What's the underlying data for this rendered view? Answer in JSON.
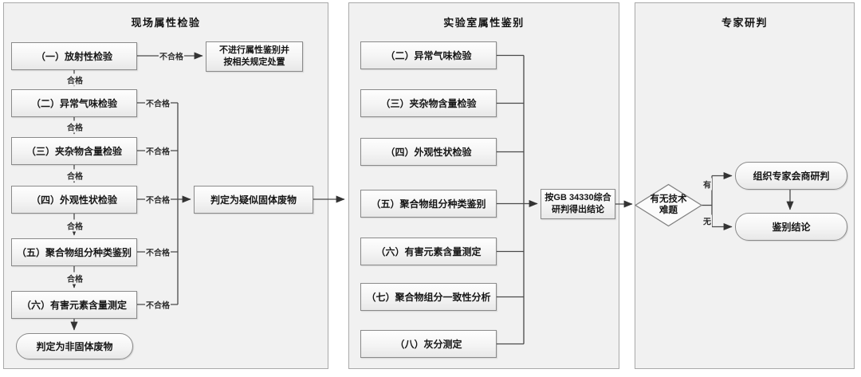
{
  "panel_onsite": {
    "title": "现场属性检验",
    "steps": [
      "（一）放射性检验",
      "（二）异常气味检验",
      "（三）夹杂物含量检验",
      "（四）外观性状检验",
      "（五）聚合物组分种类鉴别",
      "（六）有害元素含量测定"
    ],
    "pass_label": "合格",
    "fail_label": "不合格",
    "no_identification_box": {
      "line1": "不进行属性鉴别并",
      "line2": "按相关规定处置"
    },
    "suspected_solid_waste": "判定为疑似固体废物",
    "non_solid_waste": "判定为非固体废物"
  },
  "panel_lab": {
    "title": "实验室属性鉴别",
    "steps": [
      "（二）异常气味检验",
      "（三）夹杂物含量检验",
      "（四）外观性状检验",
      "（五）聚合物组分种类鉴别",
      "（六）有害元素含量测定",
      "（七）聚合物组分一致性分析",
      "（八）灰分测定"
    ],
    "conclusion_box": {
      "line1": "按GB 34330综合",
      "line2": "研判得出结论"
    }
  },
  "panel_expert": {
    "title": "专家研判",
    "decision": {
      "line1": "有无技术",
      "line2": "难题"
    },
    "yes_label": "有",
    "no_label": "无",
    "consultation": "组织专家会商研判",
    "conclusion": "鉴别结论"
  },
  "colors": {
    "panel_bg": "#f1f1f1",
    "panel_border": "#a9a9a9",
    "node_border": "#8a8a8a",
    "line": "#3f3f3f",
    "text": "#161616"
  }
}
